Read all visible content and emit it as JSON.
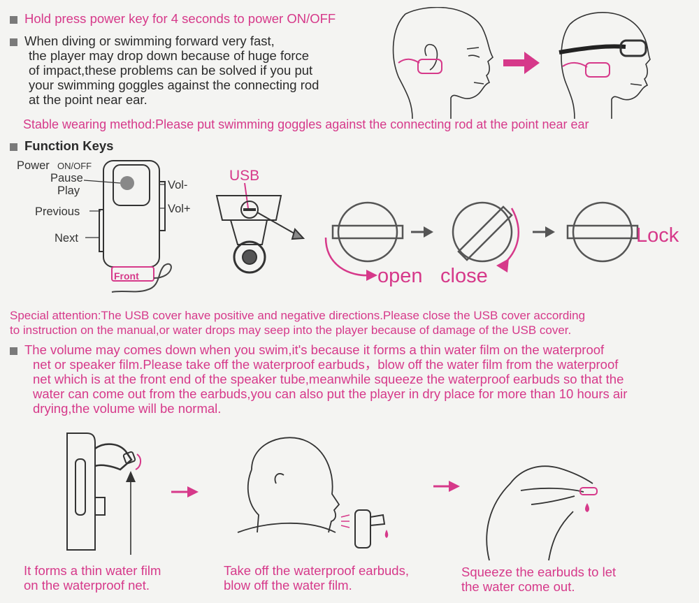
{
  "colors": {
    "accent": "#d6398a",
    "text": "#2b2b2b",
    "line": "#444444",
    "bg": "#f4f4f2"
  },
  "intro": {
    "power_note": "Hold press power key for 4 seconds to power ON/OFF",
    "diving_lines": [
      "When diving or swimming forward very fast,",
      "the player may drop down because of huge force",
      "of impact,these problems can be solved if you put",
      "your swimming goggles against the connecting rod",
      "at the point near ear."
    ],
    "stable_method": "Stable wearing method:Please put swimming goggles against the connecting rod at the point near ear"
  },
  "function_keys": {
    "heading": "Function Keys",
    "power_label": "Power",
    "power_state": "ON/OFF",
    "pause_label": "Pause",
    "play_label": "Play",
    "previous_label": "Previous",
    "next_label": "Next",
    "vol_minus_label": "Vol-",
    "vol_plus_label": "Vol+",
    "front_label": "Front",
    "usb_label": "USB",
    "open_label": "open",
    "close_label": "close",
    "lock_label": "Lock"
  },
  "attention": {
    "lines": [
      "Special attention:The USB cover have positive and negative directions.Please close the USB cover according",
      "to instruction on the manual,or water drops may seep into the player because of damage of the USB cover."
    ]
  },
  "volume_note": {
    "lines": [
      "The volume may comes down when you swim,it's because it forms a thin water film on the waterproof",
      "net or speaker film.Please take off the waterproof earbuds，blow off the water film from the waterproof",
      "net which is at the front end of the speaker tube,meanwhile squeeze the waterproof earbuds so that the",
      "water can come out from the earbuds,you can also put the player in dry place for more than 10 hours air",
      "drying,the volume will be normal."
    ]
  },
  "steps": [
    {
      "line1": "It forms a thin water film",
      "line2": "on the waterproof net."
    },
    {
      "line1": "Take off the waterproof earbuds,",
      "line2": "blow off the water film."
    },
    {
      "line1": "Squeeze the earbuds to let",
      "line2": "the water come out."
    }
  ]
}
